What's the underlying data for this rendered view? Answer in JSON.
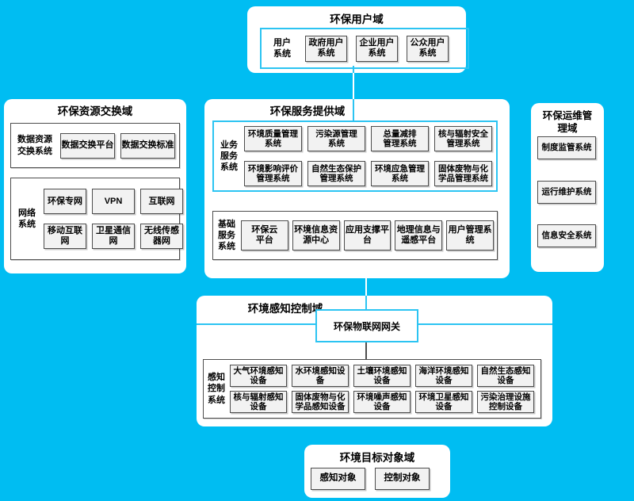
{
  "colors": {
    "background": "#00bdf2",
    "cyan_border": "#2cc4f2",
    "box_border": "#4d4d4d",
    "box_fill": "#f2f2f2",
    "text": "#000000"
  },
  "domains": {
    "user": {
      "title": "环保用户域",
      "group_label": "用户\n系统",
      "systems": [
        "政府用户\n系统",
        "企业用户\n系统",
        "公众用户\n系统"
      ]
    },
    "resource": {
      "title": "环保资源交换域",
      "data_group": {
        "label": "数据资源\n交换系统",
        "items": [
          "数据交换平台",
          "数据交换标准"
        ]
      },
      "network_group": {
        "label": "网络\n系统",
        "items": [
          "环保专网",
          "VPN",
          "互联网",
          "移动互联\n网",
          "卫星通信\n网",
          "无线传感\n器网"
        ]
      }
    },
    "service": {
      "title": "环保服务提供域",
      "business": {
        "label": "业务\n服务\n系统",
        "items": [
          "环境质量管理\n系统",
          "污染源管理\n系统",
          "总量减排\n管理系统",
          "核与辐射安全\n管理系统",
          "环境影响评价\n管理系统",
          "自然生态保护\n管理系统",
          "环境应急管理\n系统",
          "固体废物与化\n学品管理系统"
        ]
      },
      "base": {
        "label": "基础\n服务\n系统",
        "items": [
          "环保云\n平台",
          "环境信息资\n源中心",
          "应用支撑平\n台",
          "地理信息与\n遥感平台",
          "用户管理系\n统"
        ]
      }
    },
    "ops": {
      "title": "环保运维管\n理域",
      "items": [
        "制度监管系统",
        "运行维护系统",
        "信息安全系统"
      ]
    },
    "sensing": {
      "title": "环境感知控制域",
      "gateway": "环保物联网网关",
      "group_label": "感知\n控制\n系统",
      "items": [
        "大气环境感知\n设备",
        "水环境感知设\n备",
        "土壤环境感知\n设备",
        "海洋环境感知\n设备",
        "自然生态感知\n设备",
        "核与辐射感知\n设备",
        "固体废物与化\n学品感知设备",
        "环境噪声感知\n设备",
        "环境卫星感知\n设备",
        "污染治理设施\n控制设备"
      ]
    },
    "target": {
      "title": "环境目标对象域",
      "items": [
        "感知对象",
        "控制对象"
      ]
    }
  }
}
